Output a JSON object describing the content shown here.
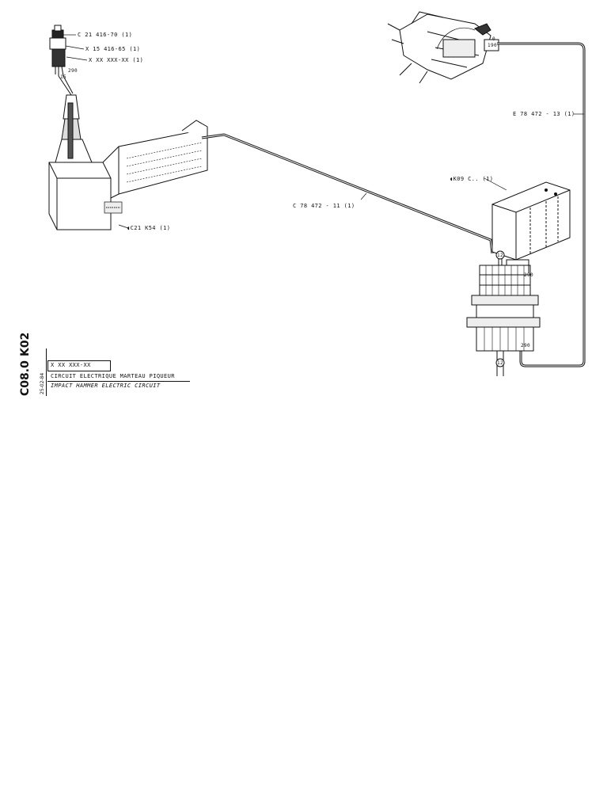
{
  "labels": {
    "part_c21_416_70": "C 21 416-70 (1)",
    "part_x15_416_65": "X 15 416-65 (1)",
    "part_xxx": "X XX XXX-XX (1)",
    "part_c21_k54": "C21 K54 (1)",
    "cable_c78_472_11": "C 78 472 - 11 (1)",
    "cable_e78_472_13": "E 78 472 - 13 (1)",
    "part_k09": "K09 C.. (1)"
  },
  "title_block": {
    "code_top": "K02",
    "code_bottom": "C08.0",
    "date": "25-02-84",
    "ref": "X XX XXX-XX",
    "title_fr": "CIRCUIT ELECTRIQUE MARTEAU PIQUEUR",
    "title_en": "IMPACT HAMMER ELECTRIC CIRCUIT"
  },
  "wire_numbers": {
    "w290a": "290",
    "w15": "15",
    "w190": "190",
    "w0": "0",
    "w12a": "12",
    "w12b": "12",
    "w290b": "290",
    "w290c": "290"
  }
}
